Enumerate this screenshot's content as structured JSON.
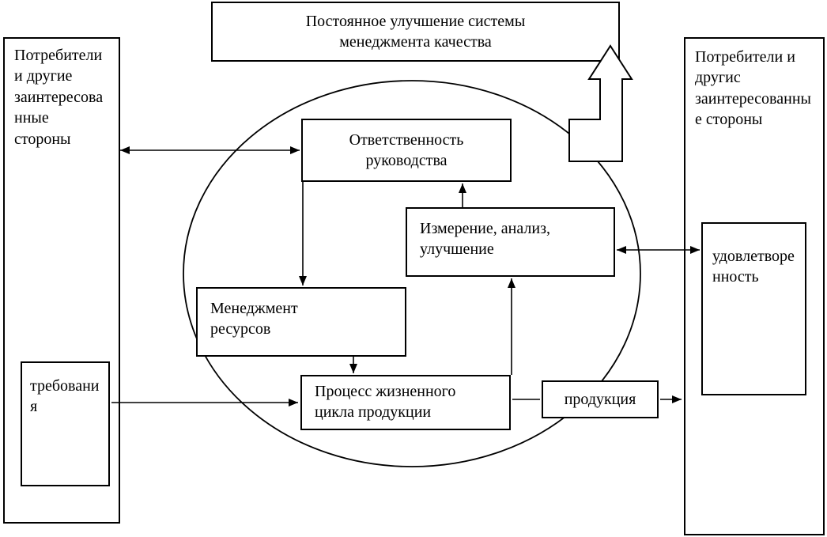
{
  "diagram": {
    "title": "Постоянное улучшение системы\nменеджмента качества",
    "left_party": "Потребители и другие заинтересованные стороны",
    "requirements": "требования",
    "right_party": "Потребители и другис заинтересованные стороны",
    "satisfaction": "удовлетворенность",
    "management_responsibility": "Ответственность\nруководства",
    "measurement": "Измерение, анализ,\nулучшение",
    "resource_management": "Менеджмент\nресурсов",
    "product_lifecycle": "Процесс жизненного\nцикла продукции",
    "production": "продукция",
    "colors": {
      "ink": "#000000",
      "background": "#ffffff"
    }
  }
}
